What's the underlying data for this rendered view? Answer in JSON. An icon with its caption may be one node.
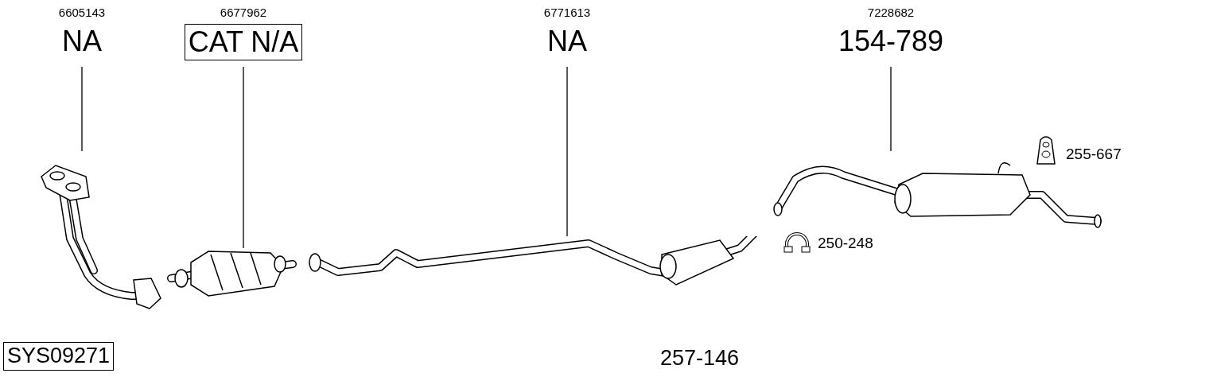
{
  "diagram": {
    "nodes": [
      {
        "text": [
          "6605143",
          "NA"
        ]
      },
      {
        "text": [
          "6677962",
          "CAT N/A"
        ]
      },
      {
        "text": [
          "6771613",
          "NA"
        ]
      },
      {
        "text": [
          "7228682",
          "154-789"
        ]
      },
      {
        "text": [],
        "shape": "picture"
      },
      {
        "text": [],
        "shape": "picture"
      },
      {
        "text": [],
        "shape": "picture"
      },
      {
        "text": [],
        "shape": "picture"
      }
    ],
    "edges": [
      {
        "from": 0,
        "to": 4,
        "arrow": "none"
      },
      {
        "from": 1,
        "to": 5,
        "arrow": "none"
      },
      {
        "from": 2,
        "to": 6,
        "arrow": "none"
      },
      {
        "from": 3,
        "to": 7,
        "arrow": "none"
      }
    ],
    "labels": [
      "255-667",
      "250-248",
      "SYS09271",
      "257-146"
    ]
  }
}
